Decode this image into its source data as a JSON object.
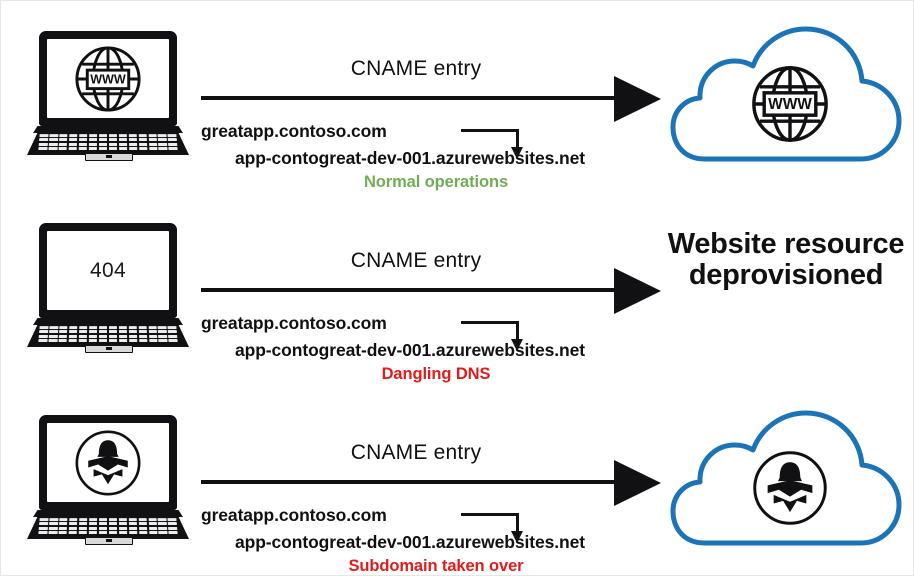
{
  "diagram": {
    "title": "Dangling DNS subdomain takeover",
    "background": "#ffffff",
    "colors": {
      "ink": "#111113",
      "cloud_blue": "#1c74b8",
      "status_normal": "#70ad56",
      "status_alert": "#e01b1b"
    }
  },
  "rows": [
    {
      "id": "normal-operations",
      "client": {
        "device": "laptop",
        "screen_icon": "globe-www-icon",
        "screen_text": ""
      },
      "arrow_label": "CNAME entry",
      "dns_source": "greatapp.contoso.com",
      "dns_target": "app-contogreat-dev-001.azurewebsites.net",
      "status_label": "Normal operations",
      "status_color": "#70ad56",
      "endpoint": {
        "type": "cloud",
        "icon": "globe-www-icon",
        "text": ""
      }
    },
    {
      "id": "dangling-dns",
      "client": {
        "device": "laptop",
        "screen_icon": "",
        "screen_text": "404"
      },
      "arrow_label": "CNAME entry",
      "dns_source": "greatapp.contoso.com",
      "dns_target": "app-contogreat-dev-001.azurewebsites.net",
      "status_label": "Dangling DNS",
      "status_color": "#e01b1b",
      "endpoint": {
        "type": "text",
        "icon": "",
        "text": "Website resource deprovisioned"
      }
    },
    {
      "id": "subdomain-taken-over",
      "client": {
        "device": "laptop",
        "screen_icon": "spy-hacker-icon",
        "screen_text": ""
      },
      "arrow_label": "CNAME entry",
      "dns_source": "greatapp.contoso.com",
      "dns_target": "app-contogreat-dev-001.azurewebsites.net",
      "status_label": "Subdomain taken over",
      "status_color": "#e01b1b",
      "endpoint": {
        "type": "cloud",
        "icon": "spy-hacker-icon",
        "text": ""
      }
    }
  ]
}
